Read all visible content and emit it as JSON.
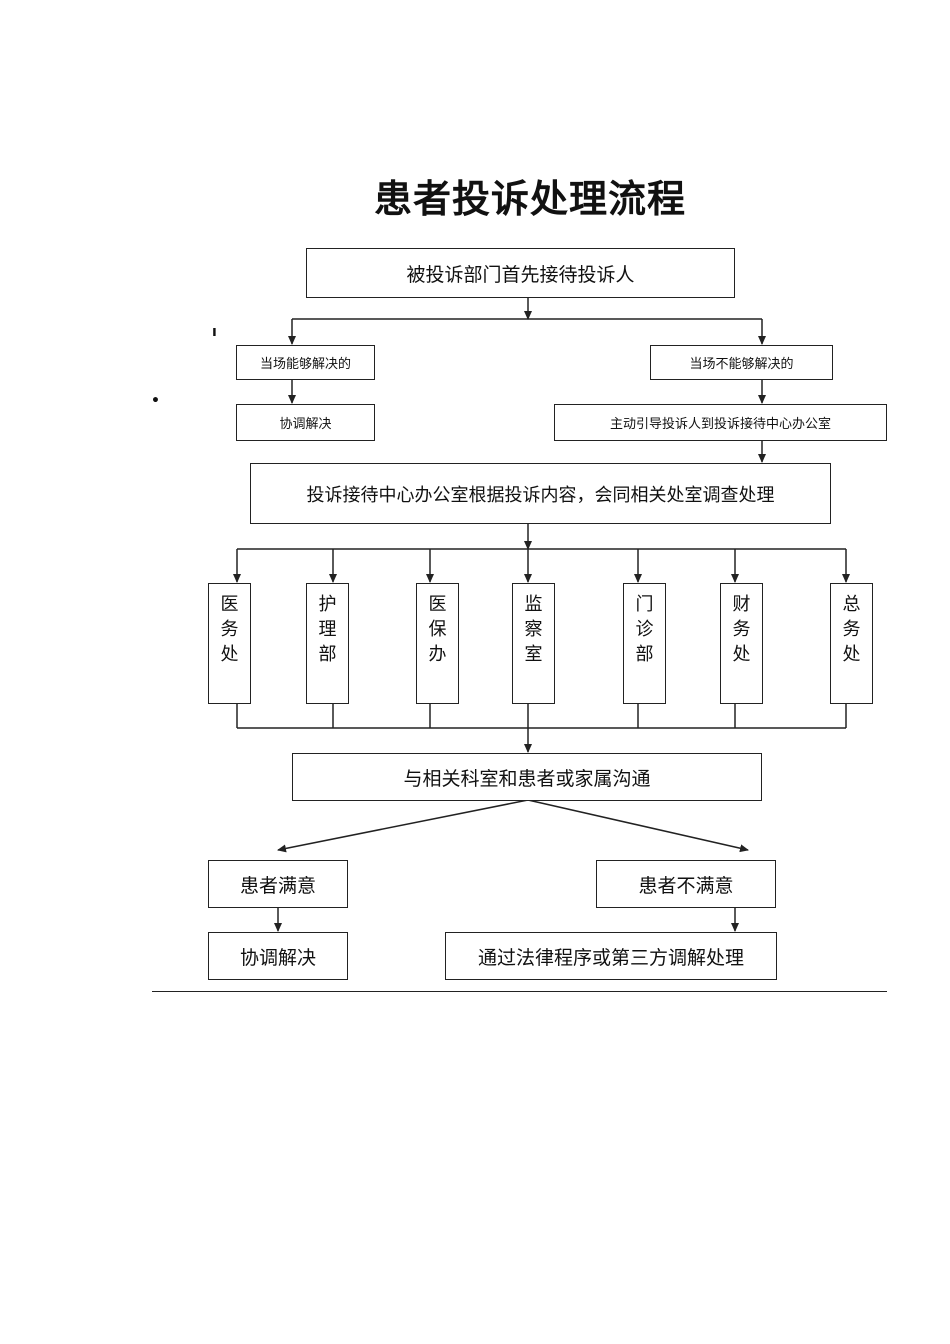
{
  "title": "患者投诉处理流程",
  "nodes": {
    "start": "被投诉部门首先接待投诉人",
    "left_case": "当场能够解决的",
    "right_case": "当场不能够解决的",
    "left_resolve": "协调解决",
    "right_guide": "主动引导投诉人到投诉接待中心办公室",
    "center": "投诉接待中心办公室根据投诉内容，会同相关处室调查处理",
    "communicate": "与相关科室和患者或家属沟通",
    "satisfied": "患者满意",
    "unsatisfied": "患者不满意",
    "final_left": "协调解决",
    "final_right": "通过法律程序或第三方调解处理"
  },
  "departments": [
    {
      "id": "yiwuchu",
      "label": "医务处"
    },
    {
      "id": "hulibu",
      "label": "护理部"
    },
    {
      "id": "yibaoban",
      "label": "医保办"
    },
    {
      "id": "jianchashi",
      "label": "监察室"
    },
    {
      "id": "menzhenbu",
      "label": "门诊部"
    },
    {
      "id": "caiwuchu",
      "label": "财务处"
    },
    {
      "id": "zongwuchu",
      "label": "总务处"
    }
  ],
  "stray_marks": [
    "ı",
    "•"
  ],
  "colors": {
    "line": "#222222",
    "background": "#ffffff"
  }
}
